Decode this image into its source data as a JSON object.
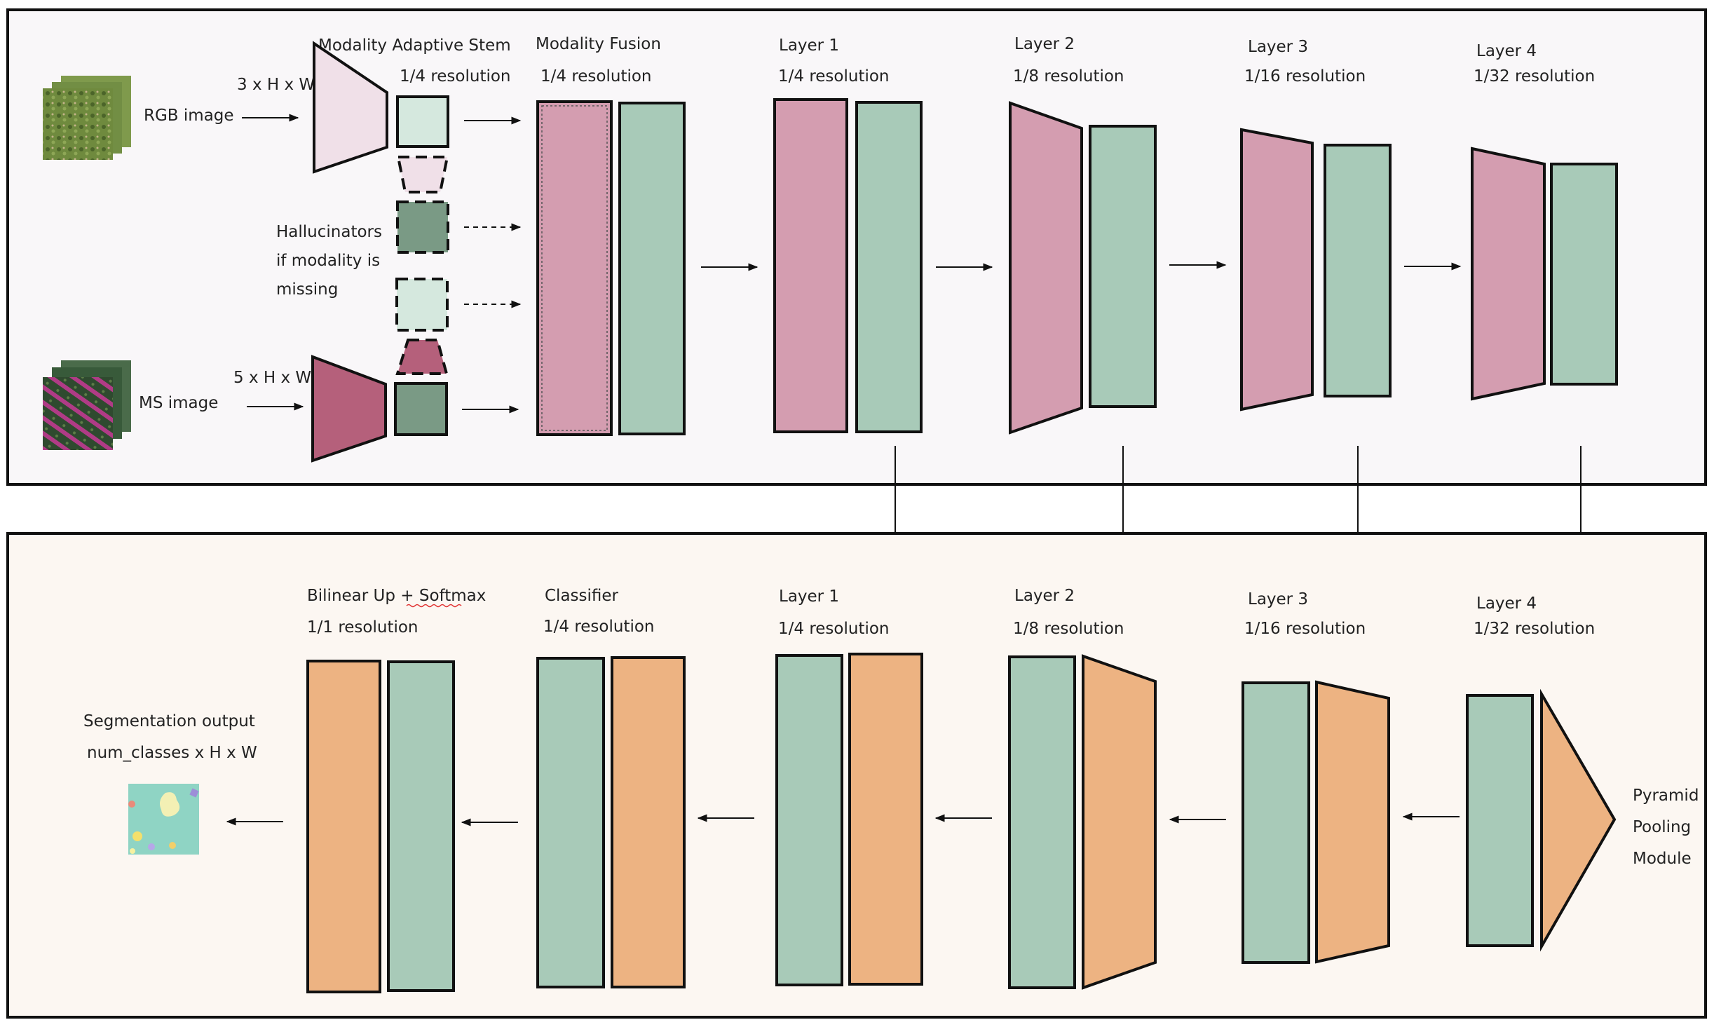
{
  "colors": {
    "encoder_panel_bg": "#f9f7f9",
    "decoder_panel_bg": "#fcf7f2",
    "rgb_pink": "#f0e0e8",
    "ms_pink": "#b5607b",
    "fusion_pink": "#d49db0",
    "light_green": "#d5e8de",
    "dark_green": "#7a9a85",
    "block_green": "#a8cab8",
    "block_pink": "#d49db0",
    "block_orange": "#edb382",
    "stroke": "#111111"
  },
  "encoder": {
    "rgb_input": {
      "image_label": "RGB image",
      "shape_label": "3 x H x W"
    },
    "ms_input": {
      "image_label": "MS image",
      "shape_label": "5 x H x W"
    },
    "stem": {
      "title": "Modality Adaptive Stem",
      "resolution": "1/4 resolution"
    },
    "hallucinators": {
      "line1": "Hallucinators",
      "line2": "if modality is",
      "line3": "missing"
    },
    "fusion": {
      "title": "Modality Fusion",
      "resolution": "1/4 resolution"
    },
    "layers": [
      {
        "title": "Layer 1",
        "resolution": "1/4 resolution"
      },
      {
        "title": "Layer 2",
        "resolution": "1/8 resolution"
      },
      {
        "title": "Layer 3",
        "resolution": "1/16 resolution"
      },
      {
        "title": "Layer 4",
        "resolution": "1/32 resolution"
      }
    ]
  },
  "decoder": {
    "output": {
      "title": "Segmentation output",
      "shape_label": "num_classes x H x W"
    },
    "upsample": {
      "title_main": "Bilinear Up + ",
      "title_softmax": "Softmax",
      "resolution": "1/1 resolution"
    },
    "classifier": {
      "title": "Classifier",
      "resolution": "1/4 resolution"
    },
    "layers": [
      {
        "title": "Layer 1",
        "resolution": "1/4 resolution"
      },
      {
        "title": "Layer 2",
        "resolution": "1/8 resolution"
      },
      {
        "title": "Layer 3",
        "resolution": "1/16 resolution"
      },
      {
        "title": "Layer 4",
        "resolution": "1/32 resolution"
      }
    ],
    "ppm": {
      "line1": "Pyramid",
      "line2": "Pooling",
      "line3": "Module"
    }
  }
}
